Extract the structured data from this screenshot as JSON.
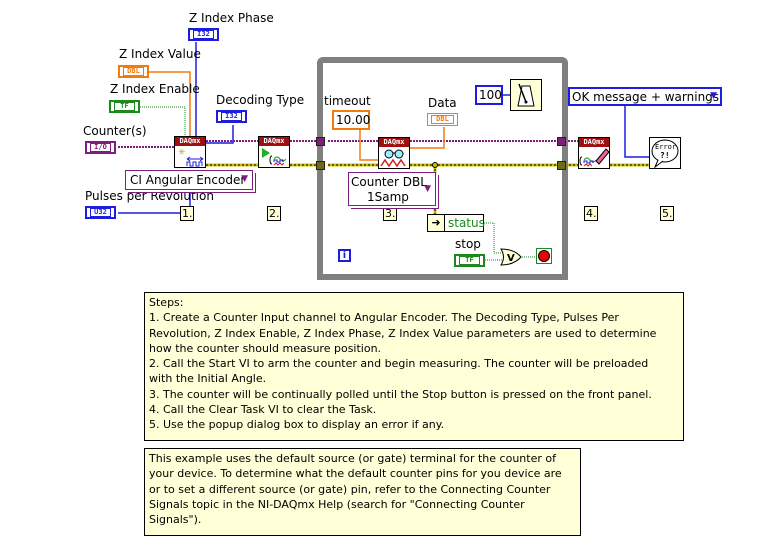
{
  "controls": {
    "z_index_phase": {
      "label": "Z Index Phase",
      "type": "I32"
    },
    "z_index_value": {
      "label": "Z Index Value",
      "type": "DBL"
    },
    "z_index_enable": {
      "label": "Z Index Enable",
      "type": "TF"
    },
    "decoding_type": {
      "label": "Decoding Type",
      "type": "I32"
    },
    "counters": {
      "label": "Counter(s)",
      "type": "I/O"
    },
    "pulses_per_revolution": {
      "label": "Pulses per Revolution",
      "type": "U32"
    },
    "timeout": {
      "label": "timeout",
      "value": "10.00"
    },
    "data": {
      "label": "Data",
      "type": "DBL"
    },
    "wait_ms": {
      "value": "100"
    },
    "stop": {
      "label": "stop",
      "type": "TF"
    },
    "status": {
      "label": "status"
    },
    "error_dialog_mode": {
      "value": "OK message + warnings"
    }
  },
  "nodes": {
    "create_channel": {
      "header": "DAQmx",
      "selector": "CI Angular Encoder"
    },
    "start_task": {
      "header": "DAQmx"
    },
    "read": {
      "header": "DAQmx",
      "selector_line1": "Counter DBL",
      "selector_line2": "1Samp"
    },
    "clear_task": {
      "header": "DAQmx"
    },
    "error_handler": {
      "text_line1": "Error",
      "text_line2": "?!"
    },
    "or_gate": {
      "symbol": "V"
    },
    "loop_iteration": {
      "symbol": "i"
    }
  },
  "steps": [
    "1.",
    "2.",
    "3.",
    "4.",
    "5."
  ],
  "comments": {
    "steps_text": [
      " Steps:",
      "1. Create a Counter Input channel to Angular Encoder.  The Decoding Type, Pulses Per",
      "Revolution, Z Index Enable, Z Index Phase, Z Index Value parameters are used to determine",
      "how the counter should measure position.",
      "2.  Call the Start VI to arm the counter and begin measuring.  The counter will be preloaded",
      "with the Initial Angle.",
      "3. The counter will be continually polled until the Stop button is pressed on the front panel.",
      "4.  Call the Clear Task VI to clear the Task.",
      "5.  Use the popup dialog box to display an error if any."
    ],
    "note_text": [
      "This example uses the default source (or gate) terminal for the counter of",
      "your device.  To determine what the default counter pins for you device are",
      "or to set a different source (or gate) pin, refer to the Connecting Counter",
      "Signals topic in the NI-DAQmx Help (search for \"Connecting Counter",
      "Signals\")."
    ]
  },
  "colors": {
    "integer_wire": "#1d1de0",
    "double_wire": "#f07c10",
    "boolean_wire": "#1b8a1b",
    "task_wire": "#7d1d7d",
    "error_wire": "#c8c000",
    "loop_frame": "#7f7f7f",
    "comment_bg": "#ffffd8"
  }
}
